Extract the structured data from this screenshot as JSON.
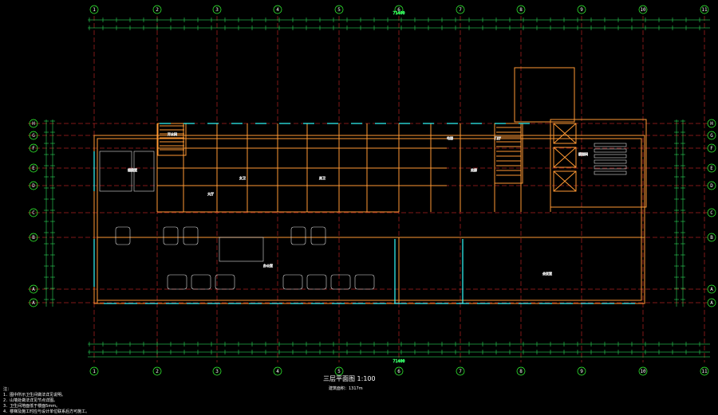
{
  "drawing": {
    "title": "三层平面图 1:100",
    "subtitle": "建筑面积：1317m",
    "overall_length": "71400",
    "axis_labels_top": [
      "1",
      "2",
      "3",
      "4",
      "5",
      "6",
      "7",
      "8",
      "9",
      "10",
      "11"
    ],
    "axis_labels_side": [
      "H",
      "G",
      "F",
      "E",
      "D",
      "C",
      "B",
      "A"
    ],
    "notes_label": "注：",
    "notes": [
      "1．图中所示卫生间做法详见说明。",
      "2．山墙处做法详见节点详图。",
      "3．卫生间地面低于楼面5mm。",
      "4．楼梯及施工时应与设计单位联系后方可施工。"
    ],
    "room_labels": [
      "开水间",
      "电梯",
      "女卫",
      "男卫",
      "门厅",
      "储藏室",
      "会议室",
      "办公室",
      "走廊",
      "楼梯间",
      "大厅"
    ],
    "scale": "1:100",
    "colors": {
      "background": "#000000",
      "grid": "#ff3333",
      "wall": "#ff9933",
      "dimension": "#33ff66",
      "window": "#33ffff",
      "axis": "#33ff33"
    }
  }
}
